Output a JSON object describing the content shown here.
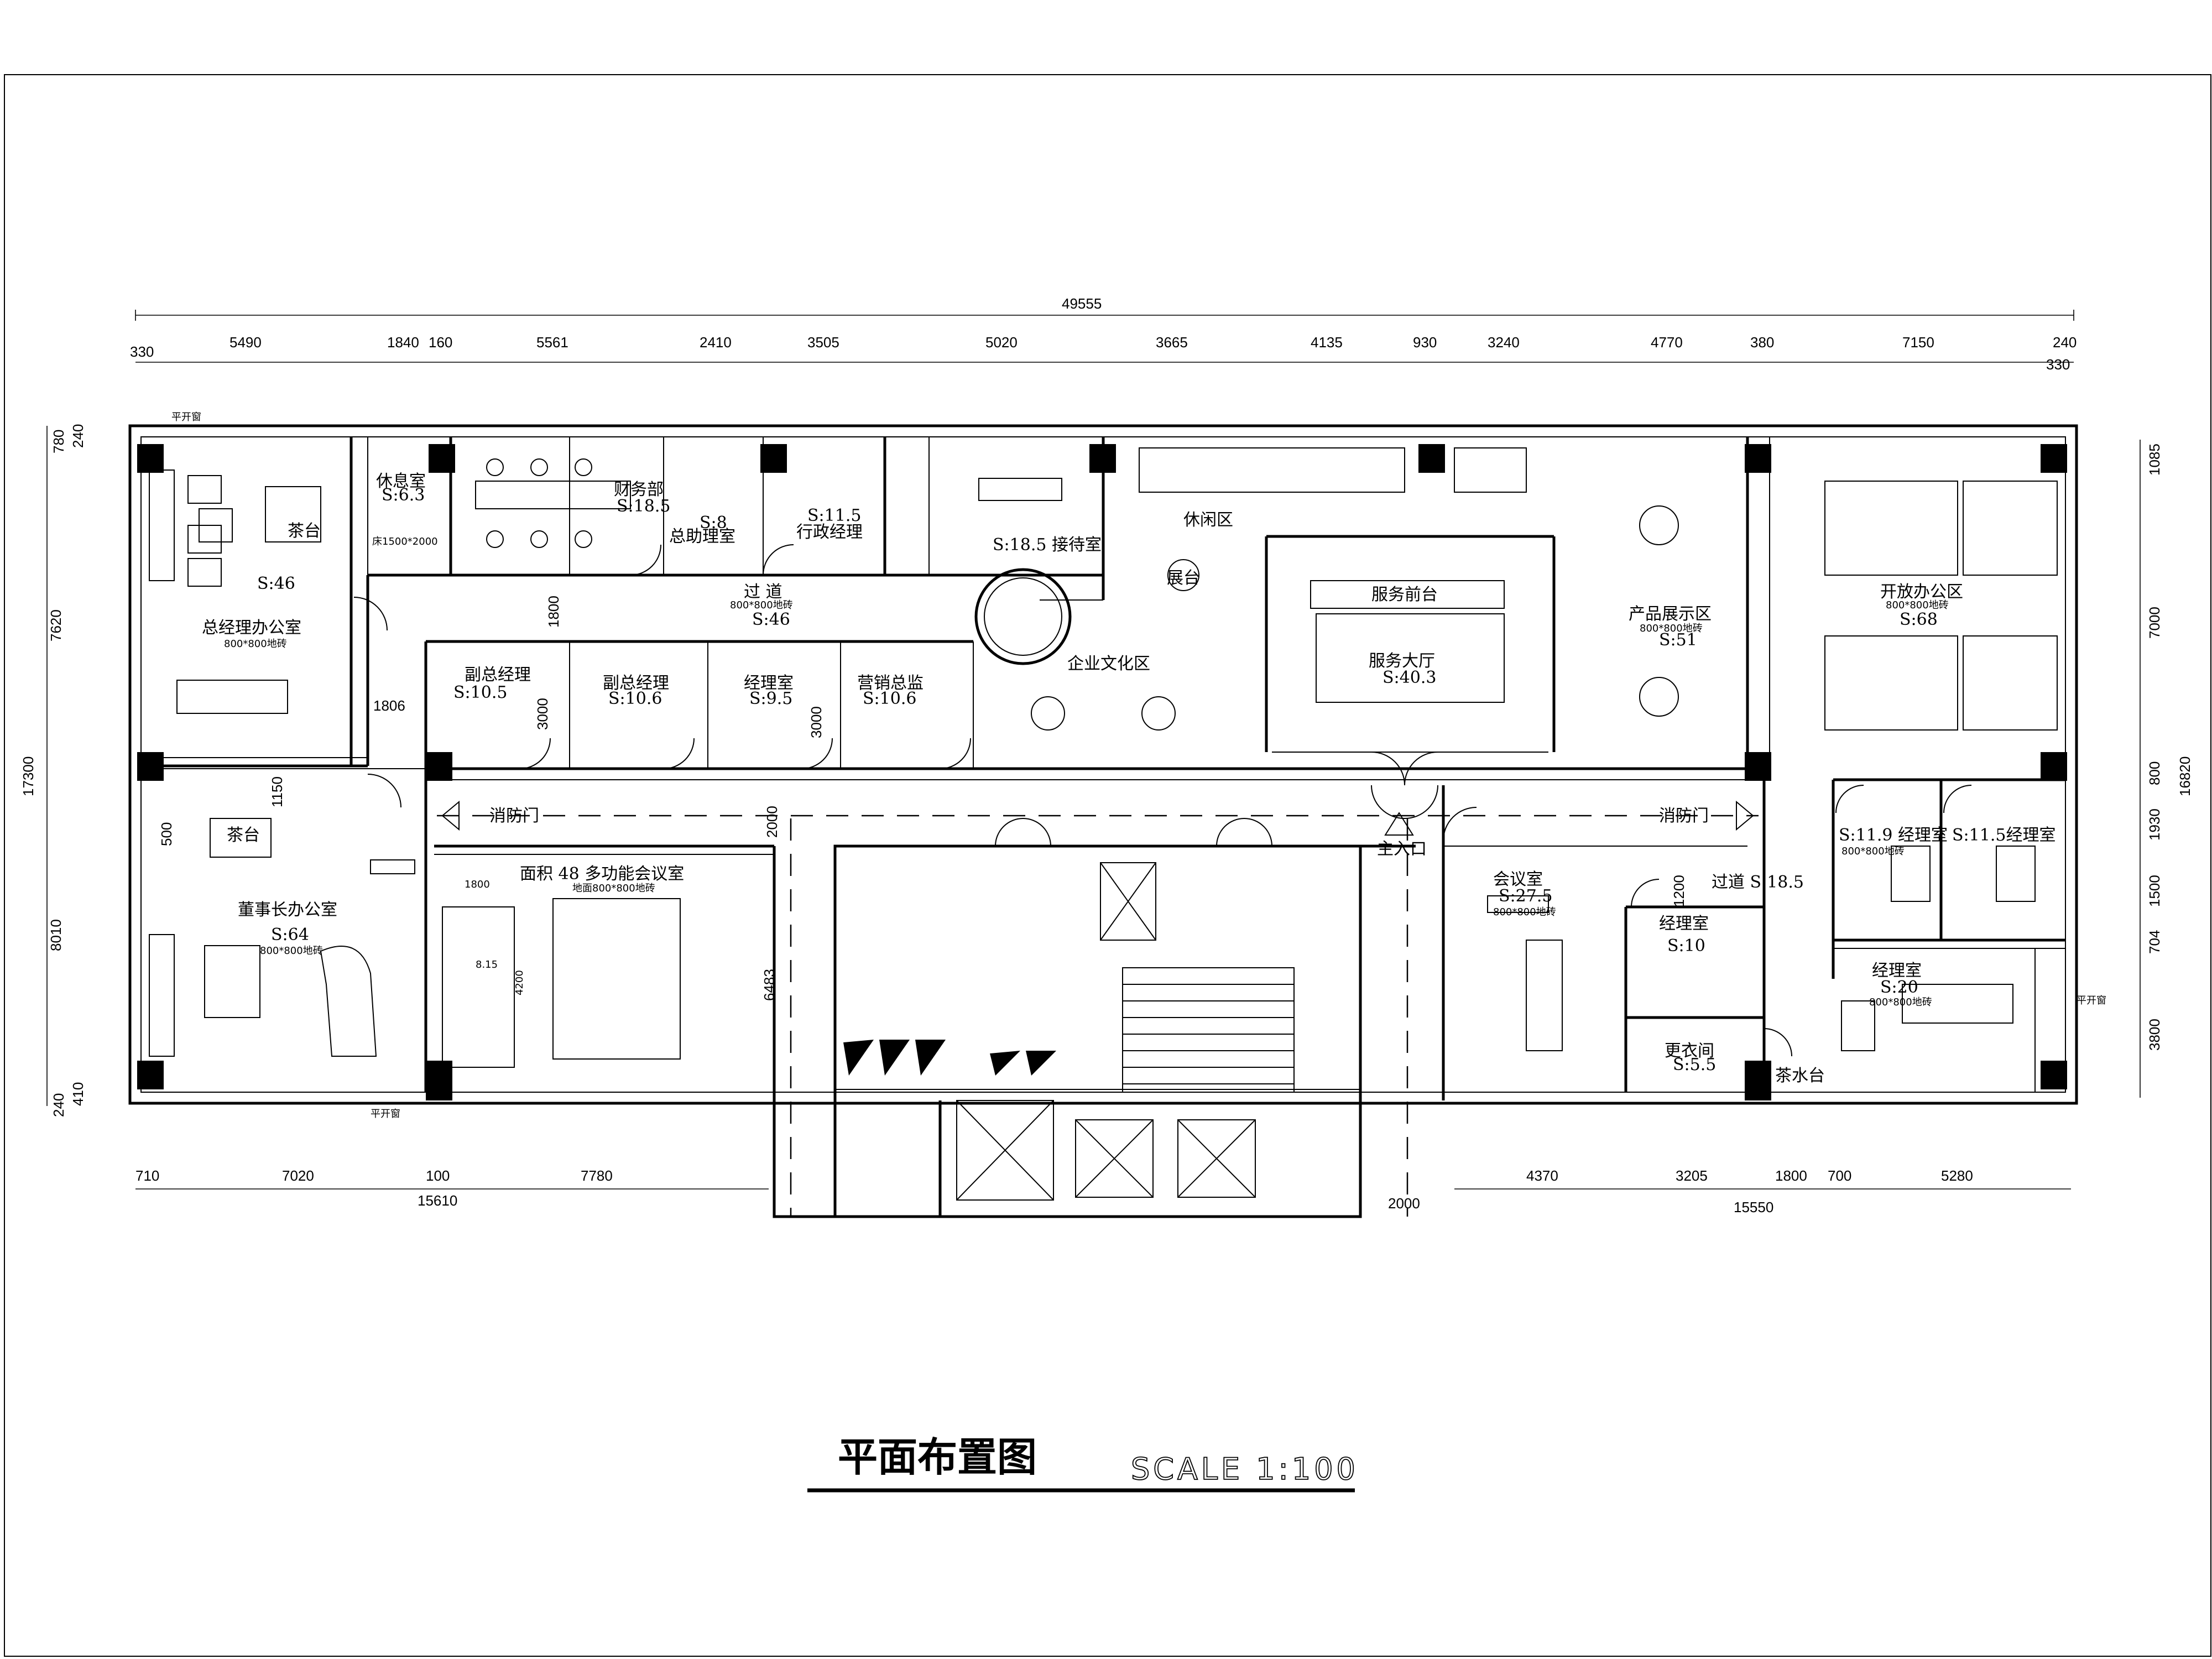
{
  "title": "平面布置图",
  "scale": "SCALE    1:100",
  "dims_top_total": "49555",
  "dims_top": [
    "330",
    "5490",
    "1840",
    "160",
    "5561",
    "2410",
    "3505",
    "5020",
    "3665",
    "4135",
    "930",
    "3240",
    "4770",
    "380",
    "7150",
    "240",
    "330"
  ],
  "dims_bottom_left": [
    "710",
    "7020",
    "100",
    "7780"
  ],
  "dims_bottom_left_total": "15610",
  "dims_bottom_right": [
    "4370",
    "3205",
    "1800",
    "700",
    "5280"
  ],
  "dims_bottom_right_total": "15550",
  "dims_bottom_mid": "2000",
  "dims_left": [
    "780",
    "240",
    "7620",
    "1150",
    "500",
    "8010",
    "410",
    "240"
  ],
  "dims_left_total": "17300",
  "dims_right": [
    "1085",
    "7000",
    "800",
    "1930",
    "1500",
    "704",
    "3800"
  ],
  "dims_right_total": "16820",
  "dims_inner": [
    "1800",
    "1806",
    "3000",
    "3000",
    "2000",
    "6483",
    "1200",
    "1800",
    "4200",
    "2000"
  ],
  "rooms": {
    "rest": "休息室",
    "rest_area": "S:6.3",
    "bed": "床1500*2000",
    "finance": "财务部",
    "finance_area": "S:18.5",
    "asst_area": "S:8",
    "asst": "总助理室",
    "admin_area": "S:11.5",
    "admin": "行政经理",
    "reception_area": "S:18.5 接待室",
    "leisure": "休闲区",
    "display": "展台",
    "product": "产品展示区",
    "product_floor": "800*800地砖",
    "product_area": "S:51",
    "open_office": "开放办公区",
    "open_floor": "S:68",
    "open_tile": "800*800地砖",
    "gm_tea": "茶台",
    "gm_area": "S:46",
    "gm": "总经理办公室",
    "gm_floor": "800*800地砖",
    "corridor": "过  道",
    "corridor_floor": "800*800地砖",
    "corridor_area": "S:46",
    "vgm1": "副总经理",
    "vgm1_area": "S:10.5",
    "vgm2": "副总经理",
    "vgm2_area": "S:10.6",
    "mgr": "经理室",
    "mgr_area": "S:9.5",
    "sales": "营销总监",
    "sales_area": "S:10.6",
    "culture": "企业文化区",
    "front_desk": "服务前台",
    "hall": "服务大厅",
    "hall_area": "S:40.3",
    "fire_door_left": "消防门",
    "fire_door_right": "消防门",
    "main_entry": "主入口",
    "chair_tea": "茶台",
    "chairman": "董事长办公室",
    "chairman_area": "S:64",
    "chairman_floor": "800*800地砖",
    "conf_area": "面积 48  多功能会议室",
    "conf_floor": "地面800*800地砖",
    "meeting": "会议室",
    "meeting_area": "S:27.5",
    "meeting_floor": "800*800地砖",
    "corridor2": "过道 S:18.5",
    "mgr2_area": "S:11.9 经理室",
    "mgr2_floor": "800*800地砖",
    "mgr3_area": "S:11.5经理室",
    "mgr4": "经理室",
    "mgr4_area": "S:10",
    "mgr5": "经理室",
    "mgr5_area": "S:20",
    "mgr5_floor": "800*800地砖",
    "changing": "更衣间",
    "changing_area": "S:5.5",
    "pantry": "茶水台",
    "window_top": "平开窗",
    "window_bottom": "平开窗",
    "window_right": "平开窗",
    "pillar_num": "8.15"
  }
}
